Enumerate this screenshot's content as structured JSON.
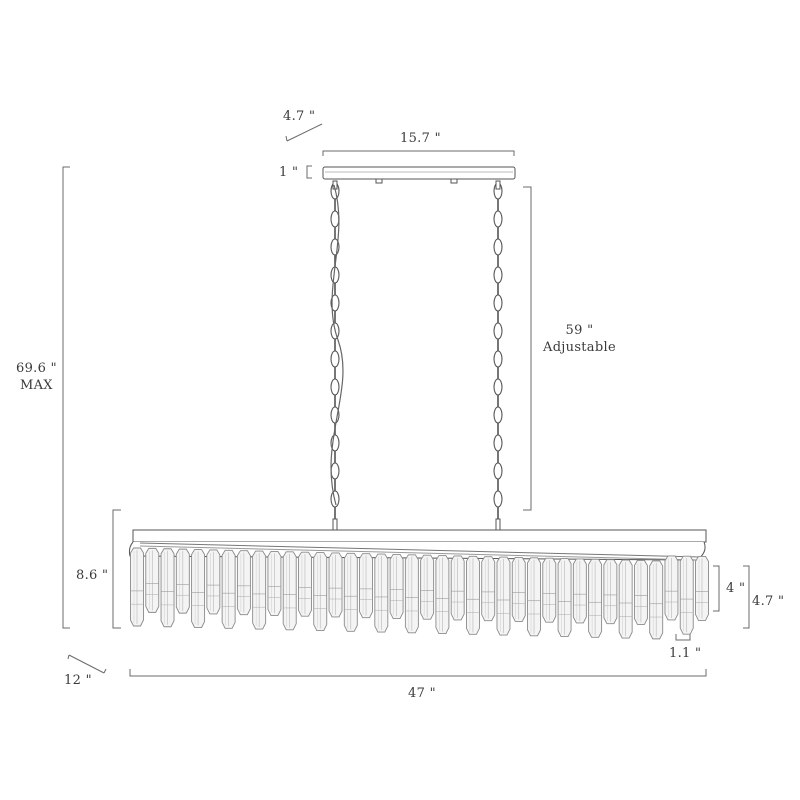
{
  "dimensions": {
    "canopy_depth": "4.7 \"",
    "canopy_width": "15.7 \"",
    "canopy_height": "1 \"",
    "chain_length": "59 \"",
    "chain_note": "Adjustable",
    "overall_height": "69.6 \"",
    "overall_height_note": "MAX",
    "body_height": "8.6 \"",
    "crystal_height": "4 \"",
    "side_height": "4.7 \"",
    "crystal_width": "1.1 \"",
    "body_depth": "12 \"",
    "body_width": "47 \""
  },
  "colors": {
    "line": "#555555",
    "dimension": "#6b6b6b",
    "crystal": "#8a8a8a"
  }
}
